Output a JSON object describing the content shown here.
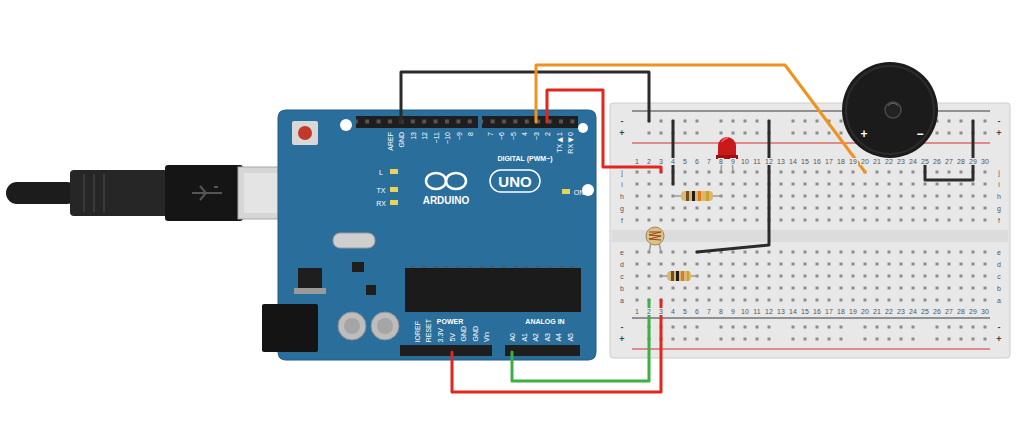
{
  "diagram": {
    "labels": [
      "AREF",
      "GND",
      "13",
      "12",
      "~11",
      "~10",
      "~9",
      "8",
      "7",
      "~6",
      "~5",
      "4",
      "~3",
      "2",
      "TX▶1",
      "RX◀0",
      "DIGITAL (PWM~)",
      "L",
      "TX",
      "RX",
      "ON",
      "ARDUINO",
      "UNO",
      "IOREF",
      "RESET",
      "3.3V",
      "5V",
      "GND",
      "GND",
      "Vin",
      "A0",
      "A1",
      "A2",
      "A3",
      "A4",
      "A5",
      "POWER",
      "ANALOG IN",
      "1",
      "2",
      "3",
      "4",
      "5",
      "6",
      "7",
      "8",
      "9",
      "10",
      "11",
      "12",
      "13",
      "14",
      "15",
      "16",
      "17",
      "18",
      "19",
      "20",
      "21",
      "22",
      "23",
      "24",
      "25",
      "26",
      "27",
      "28",
      "29",
      "30",
      "1",
      "2",
      "3",
      "4",
      "5",
      "6",
      "7",
      "8",
      "9",
      "10",
      "11",
      "12",
      "13",
      "14",
      "15",
      "16",
      "17",
      "18",
      "19",
      "20",
      "21",
      "22",
      "23",
      "24",
      "25",
      "26",
      "27",
      "28",
      "29",
      "30",
      "j",
      "i",
      "h",
      "g",
      "f",
      "e",
      "d",
      "c",
      "b",
      "a",
      "j",
      "i",
      "h",
      "g",
      "f",
      "e",
      "d",
      "c",
      "b",
      "a",
      "-",
      "+",
      "-",
      "+",
      "-",
      "+",
      "-",
      "+",
      "+",
      "−"
    ]
  }
}
